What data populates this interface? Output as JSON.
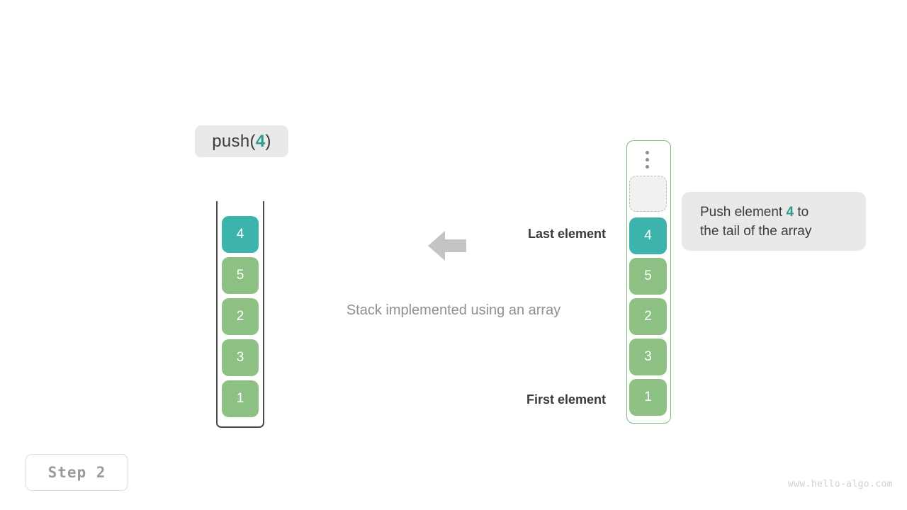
{
  "operation": {
    "prefix": "push(",
    "argument": "4",
    "suffix": ")"
  },
  "stack": {
    "title": "stack-container",
    "cells": [
      {
        "value": "4",
        "state": "highlight"
      },
      {
        "value": "5",
        "state": "normal"
      },
      {
        "value": "2",
        "state": "normal"
      },
      {
        "value": "3",
        "state": "normal"
      },
      {
        "value": "1",
        "state": "normal"
      }
    ]
  },
  "array": {
    "ellipsis": "vertical-ellipsis",
    "empty_slot_label": "",
    "cells": [
      {
        "value": "4",
        "state": "highlight"
      },
      {
        "value": "5",
        "state": "normal"
      },
      {
        "value": "2",
        "state": "normal"
      },
      {
        "value": "3",
        "state": "normal"
      },
      {
        "value": "1",
        "state": "normal"
      }
    ]
  },
  "annotations": {
    "last_element": "Last element",
    "first_element": "First element",
    "caption": "Stack implemented using an array",
    "arrow_icon": "arrow-left-icon"
  },
  "tooltip": {
    "line1_prefix": "Push element ",
    "line1_accent": "4",
    "line1_suffix": " to",
    "line2": "the tail of the array"
  },
  "footer": {
    "step_label": "Step 2",
    "watermark": "www.hello-algo.com"
  },
  "colors": {
    "highlight": "#3cb4ac",
    "normal": "#8cc183",
    "accent_text": "#2d9b8e",
    "array_border": "#7cb97a",
    "stack_border": "#4a4a4a",
    "chip_bg": "#e9e9e9",
    "caption": "#909090"
  }
}
